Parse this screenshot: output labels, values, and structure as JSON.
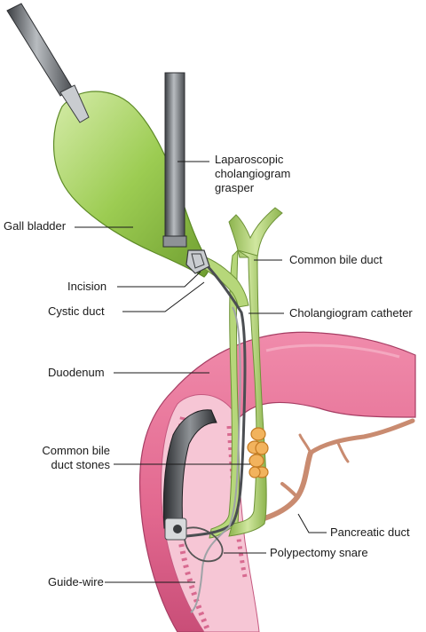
{
  "labels": {
    "laparoscopic_grasper": "Laparoscopic\ncholangiogram\ngrasper",
    "gall_bladder": "Gall bladder",
    "common_bile_duct": "Common bile duct",
    "incision": "Incision",
    "cystic_duct": "Cystic duct",
    "cholangiogram_catheter": "Cholangiogram catheter",
    "duodenum": "Duodenum",
    "common_bile_duct_stones": "Common bile\nduct stones",
    "pancreatic_duct": "Pancreatic duct",
    "polypectomy_snare": "Polypectomy snare",
    "guide_wire": "Guide-wire"
  },
  "colors": {
    "gallbladder": "#9ccc52",
    "duct": "#b6d77a",
    "duodenum": "#e2688f",
    "duodenum_inner": "#f3b4c8",
    "instrument": "#6b6e72",
    "stones": "#f0a84a",
    "pancreatic_duct": "#c98b70",
    "leader_line": "#1a1a1a"
  }
}
